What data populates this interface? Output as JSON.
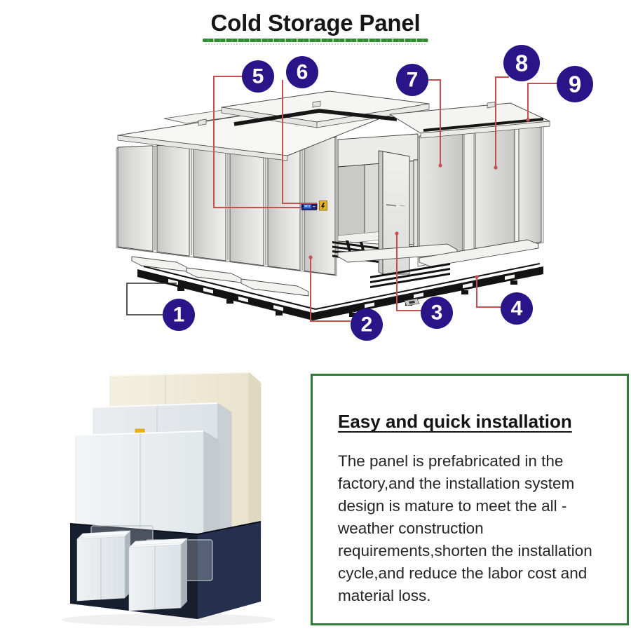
{
  "title": {
    "text": "Cold Storage Panel",
    "underline_color": "#2e8b2e"
  },
  "diagram": {
    "callouts": [
      "1",
      "2",
      "3",
      "4",
      "5",
      "6",
      "7",
      "8",
      "9"
    ],
    "callout_color": "#2a1588",
    "leader_color": "#c65050",
    "leader_color_dark": "#2b2b2b",
    "display_screen_color": "#2f6fe4",
    "warning_sticker_color": "#e2b31f"
  },
  "photo": {
    "panel_color_back": "#f2ecda",
    "panel_color_front": "#eef1f3",
    "base_color": "#171e2e"
  },
  "info_box": {
    "border_color": "#2e7d32",
    "heading": "Easy and quick installation",
    "body": "The panel is prefabricated in the factory,and the installation system design is mature to meet the all -weather construction requirements,shorten the installation cycle,and reduce the labor cost and material loss."
  }
}
